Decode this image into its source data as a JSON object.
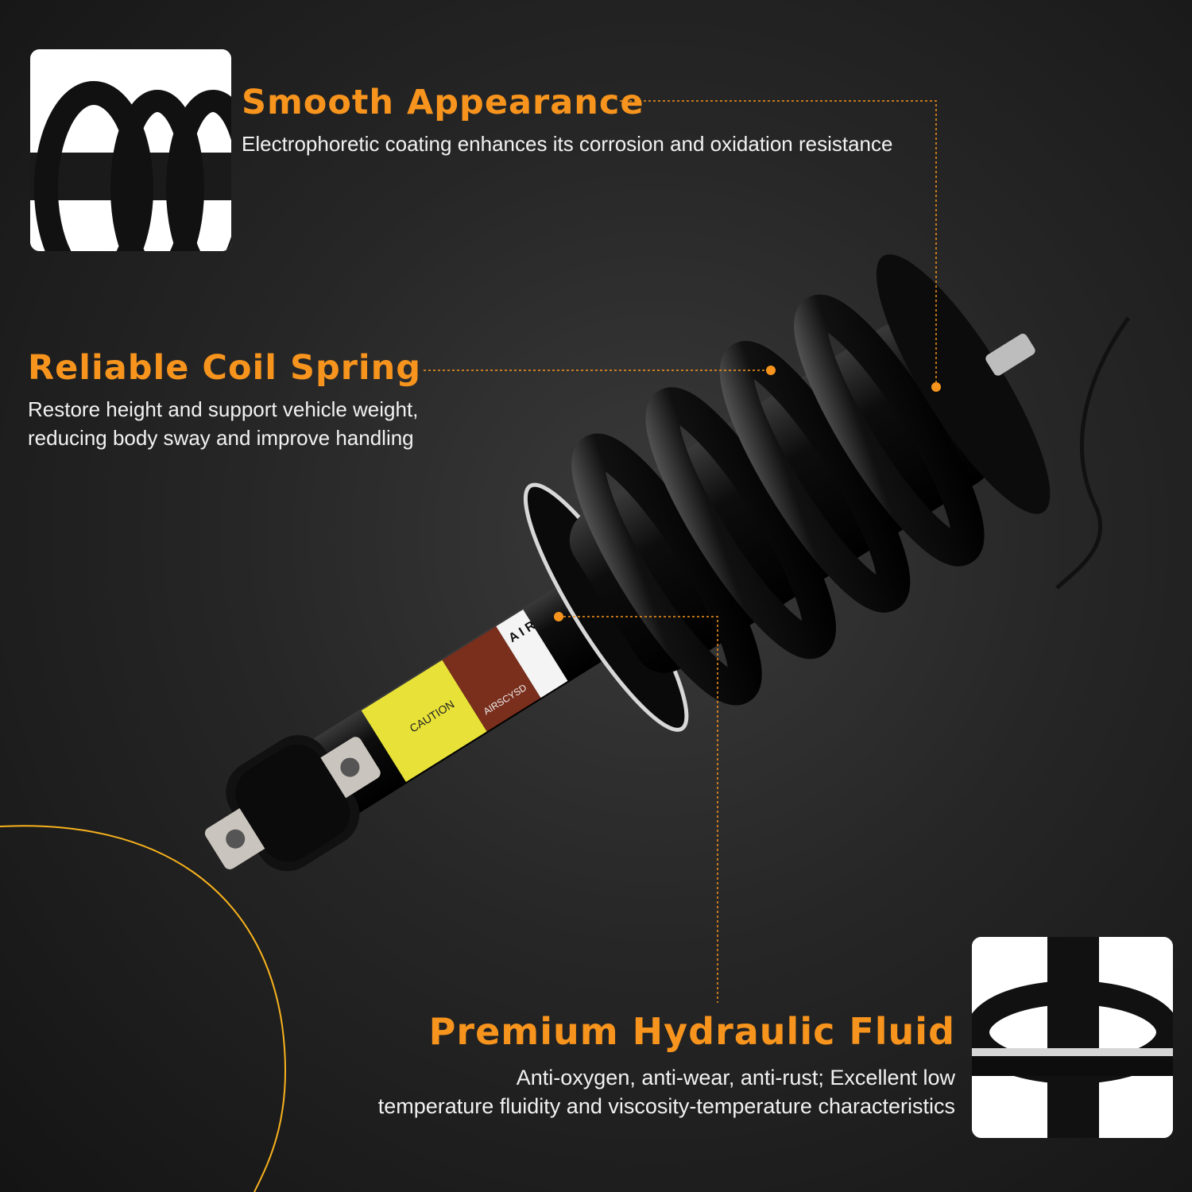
{
  "features": [
    {
      "title": "Smooth Appearance",
      "description": "Electrophoretic coating enhances its corrosion and oxidation resistance"
    },
    {
      "title": "Reliable Coil Spring",
      "description_lines": [
        "Restore height and support vehicle weight,",
        "reducing body sway and improve handling"
      ]
    },
    {
      "title": "Premium Hydraulic Fluid",
      "description_lines": [
        "Anti-oxygen, anti-wear, anti-rust; Excellent low",
        "temperature fluidity and viscosity-temperature characteristics"
      ]
    }
  ],
  "product_label": {
    "caution_text": "CAUTION",
    "brand_letters": "A I R",
    "part_text": "AIRSCYSD"
  },
  "colors": {
    "accent": "#f7941d",
    "background": "#222222",
    "text": "#f2f2f2"
  }
}
